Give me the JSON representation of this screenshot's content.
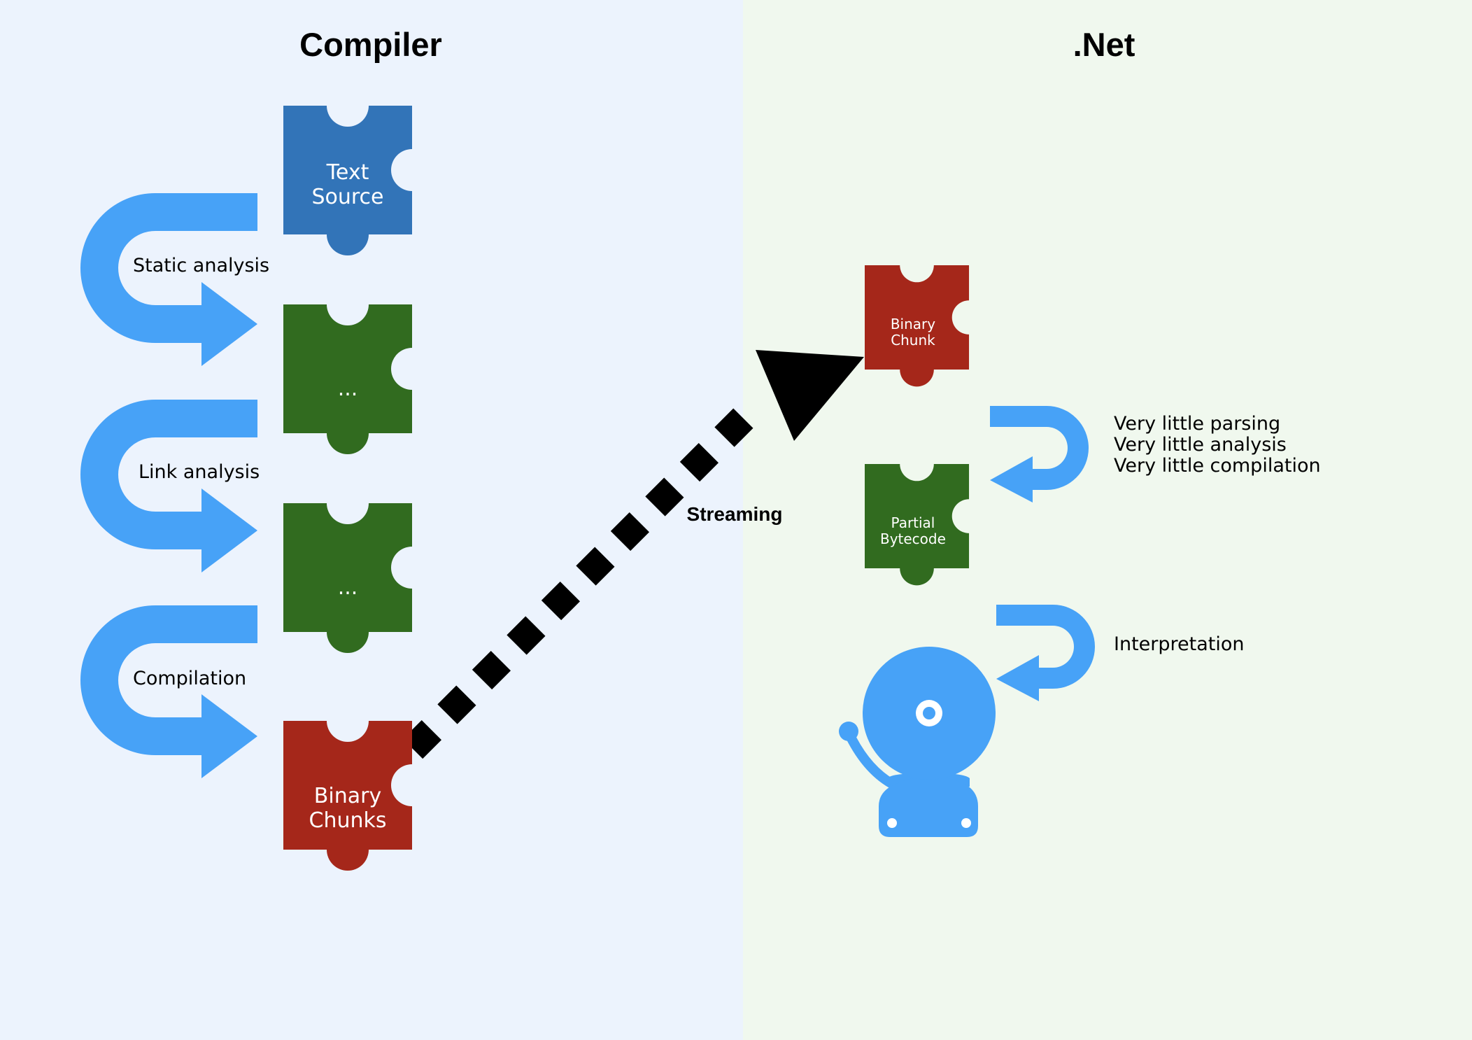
{
  "panels": {
    "left": {
      "title": "Compiler"
    },
    "right": {
      "title": ".Net"
    }
  },
  "compiler": {
    "pieces": [
      {
        "lines": [
          "Text",
          "Source"
        ],
        "color": "#3274b8"
      },
      {
        "lines": [
          "..."
        ],
        "color": "#316b1f"
      },
      {
        "lines": [
          "..."
        ],
        "color": "#316b1f"
      },
      {
        "lines": [
          "Binary",
          "Chunks"
        ],
        "color": "#a5271a"
      }
    ],
    "steps": [
      "Static analysis",
      "Link analysis",
      "Compilation"
    ]
  },
  "transfer": {
    "label": "Streaming"
  },
  "runtime": {
    "binary_chunk": {
      "lines": [
        "Binary",
        "Chunk"
      ],
      "color": "#a5271a"
    },
    "partial_bytecode": {
      "lines": [
        "Partial",
        "Bytecode"
      ],
      "color": "#316b1f"
    },
    "notes": [
      "Very little parsing",
      "Very little analysis",
      "Very little compilation"
    ],
    "interpretation": "Interpretation"
  },
  "colors": {
    "left_bg": "#ecf3fd",
    "right_bg": "#f0f8ee",
    "arrow_blue": "#47a2f7",
    "stream_arrow": "#000000"
  },
  "icons": [
    "puzzle-piece-icon",
    "u-turn-arrow-icon",
    "alarm-bell-icon",
    "dashed-arrow-icon"
  ]
}
